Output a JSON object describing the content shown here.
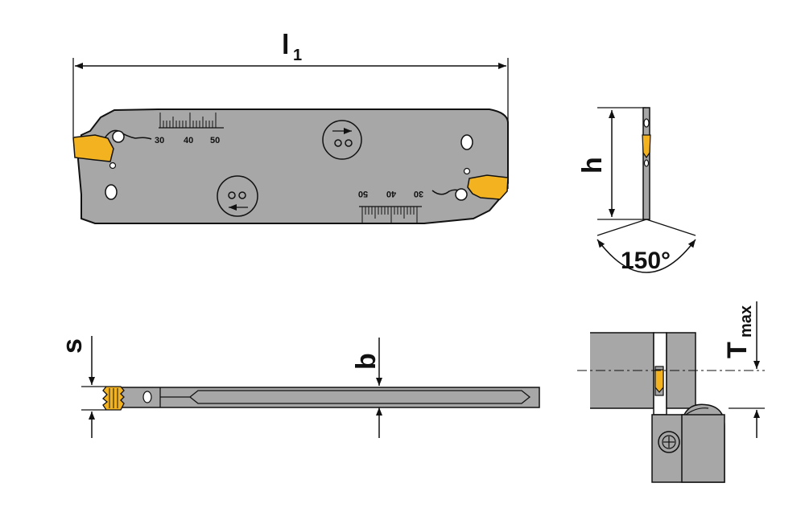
{
  "colors": {
    "body": "#a7a7a7",
    "insert": "#f3b321",
    "line": "#111111",
    "background": "#ffffff"
  },
  "labels": {
    "length": "l",
    "length_sub": "1",
    "height": "h",
    "angle": "150°",
    "width_s": "s",
    "width_b": "b",
    "depth": "T",
    "depth_sub": "max"
  },
  "scale_top": [
    "30",
    "40",
    "50"
  ],
  "scale_bottom": [
    "50",
    "40",
    "30"
  ]
}
